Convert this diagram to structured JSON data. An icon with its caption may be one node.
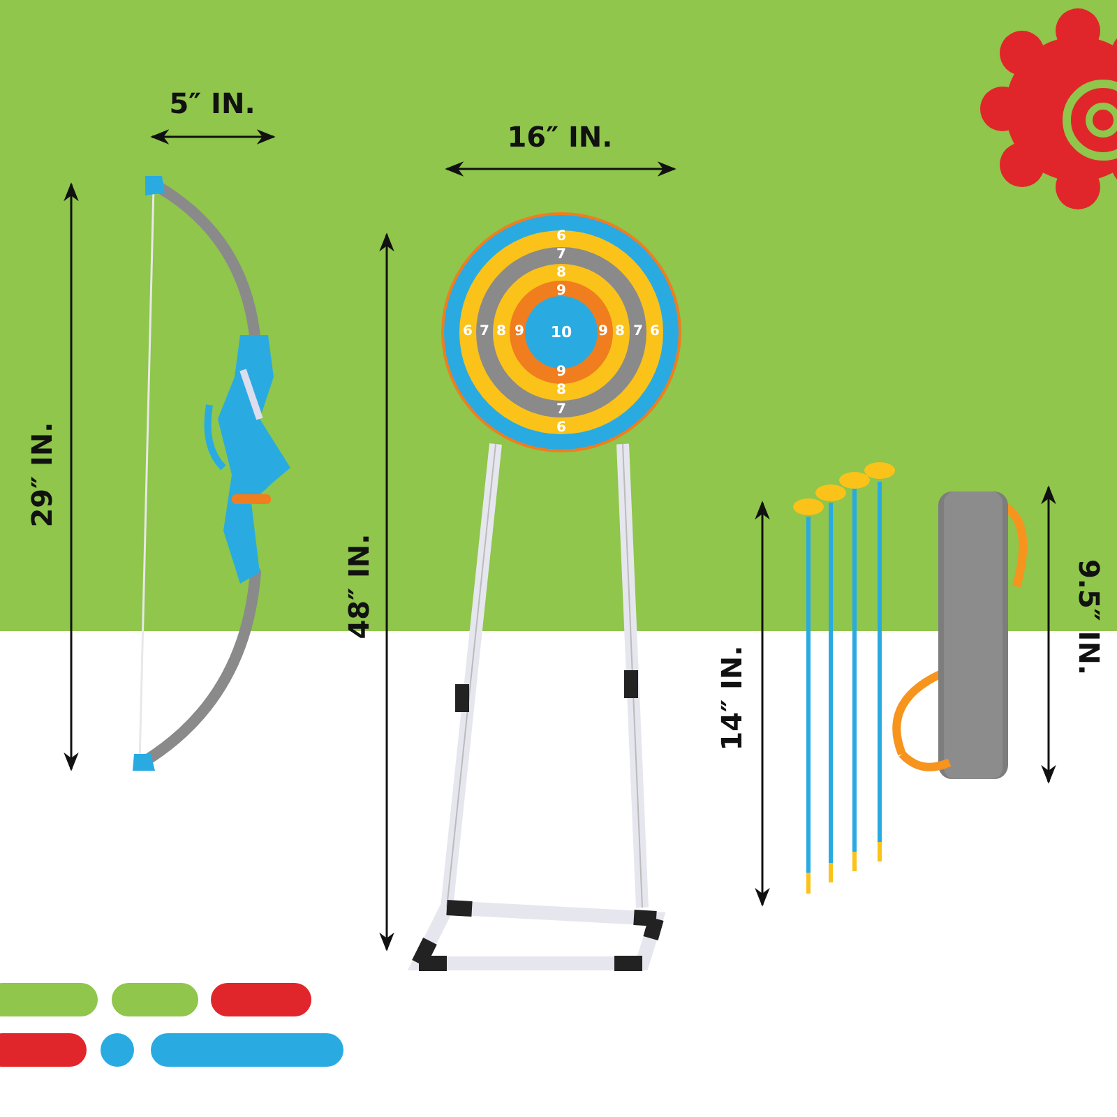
{
  "diagram": {
    "labels": [
      "5″ IN.",
      "16″ IN.",
      "6",
      "7",
      "8",
      "9",
      "6",
      "7",
      "8",
      "9",
      "10",
      "9",
      "8",
      "7",
      "6",
      "9",
      "8",
      "7",
      "6",
      "29″ IN.",
      "48″ IN.",
      "14″ IN.",
      "9.5″ IN."
    ]
  }
}
